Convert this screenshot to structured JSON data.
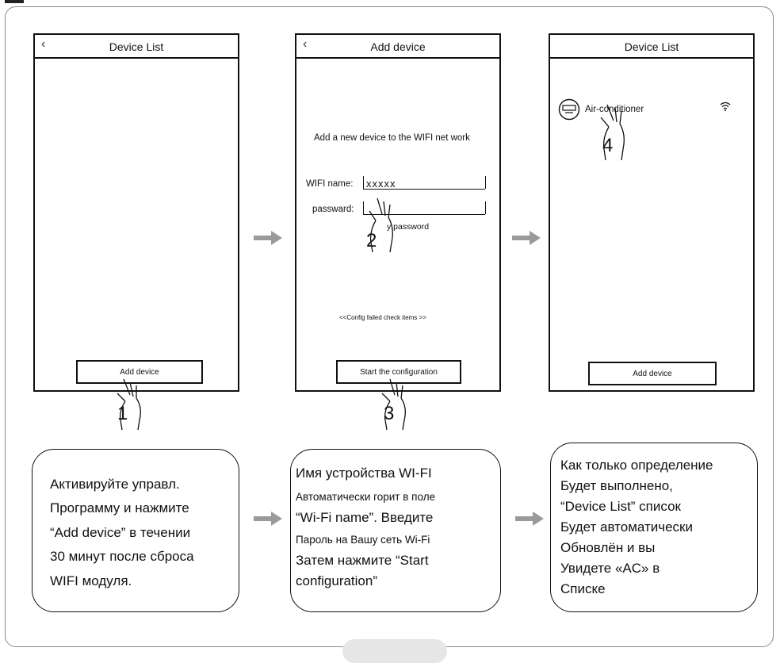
{
  "screens": [
    {
      "title": "Device  List",
      "button": "Add device",
      "step": "1"
    },
    {
      "title": "Add device",
      "button": "Start the configuration",
      "step": "2",
      "step2": "3",
      "prompt": "Add a new device to the WIFI net work",
      "wifi_label": "WIFI name:",
      "wifi_value": "xxxxx",
      "password_label": "passward:",
      "show_password": "y password",
      "config_failed": "<<Config failed check items >>"
    },
    {
      "title": "Device  List",
      "button": "Add device",
      "step": "4",
      "device_name": "Air-conditioner"
    }
  ],
  "notes": [
    {
      "lines": [
        "Активируйте управл.",
        "Программу и нажмите",
        " “Add device” в течении",
        "30 минут после сброса",
        " WIFI модуля."
      ]
    },
    {
      "lines": [
        "Имя устройства WI-FI",
        "Автоматически горит в поле",
        "“Wi-Fi name”. Введите",
        "Пароль на Вашу сеть Wi-Fi",
        "Затем нажмите “Start",
        "configuration”"
      ]
    },
    {
      "lines": [
        "Как только определение",
        "Будет выполнено,",
        "“Device List” список",
        "Будет автоматически",
        "Обновлён и вы",
        "Увидете  «AC» в",
        " Списке"
      ]
    }
  ],
  "colors": {
    "arrow": "#9a9a9a",
    "border": "#111111"
  }
}
